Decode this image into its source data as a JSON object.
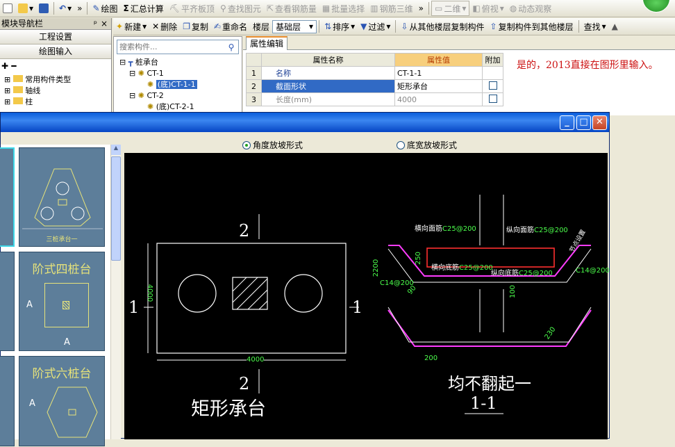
{
  "toolbar": {
    "items": [
      {
        "label": "绘图",
        "enabled": true
      },
      {
        "label": "汇总计算",
        "enabled": true
      },
      {
        "label": "平齐板顶",
        "enabled": false
      },
      {
        "label": "查找图元",
        "enabled": false
      },
      {
        "label": "查看钢筋量",
        "enabled": false
      },
      {
        "label": "批量选择",
        "enabled": false
      },
      {
        "label": "钢筋三维",
        "enabled": false
      }
    ],
    "view_select": "二维",
    "view_items": [
      "俯视",
      "动态观察"
    ],
    "more": "»"
  },
  "toolbar2": {
    "new": "新建",
    "delete": "删除",
    "copy": "复制",
    "rename": "重命名",
    "floor_label": "楼层",
    "floor_value": "基础层",
    "sort": "排序",
    "filter": "过滤",
    "copy_from": "从其他楼层复制构件",
    "copy_to": "复制构件到其他楼层",
    "find": "查找"
  },
  "left_panel": {
    "title": "模块导航栏",
    "pin": "ᵖ",
    "close": "×",
    "btn1": "工程设置",
    "btn2": "绘图输入",
    "tree": [
      "常用构件类型",
      "轴线",
      "柱"
    ]
  },
  "component_tree": {
    "search_placeholder": "搜索构件...",
    "items": [
      {
        "label": "桩承台",
        "level": 0
      },
      {
        "label": "CT-1",
        "level": 1
      },
      {
        "label": "(底)CT-1-1",
        "level": 2,
        "selected": true
      },
      {
        "label": "CT-2",
        "level": 1
      },
      {
        "label": "(底)CT-2-1",
        "level": 2
      }
    ]
  },
  "properties": {
    "tab": "属性编辑",
    "headers": [
      "属性名称",
      "属性值",
      "附加"
    ],
    "rows": [
      {
        "no": "1",
        "name": "名称",
        "value": "CT-1-1",
        "check": false,
        "has_check": false
      },
      {
        "no": "2",
        "name": "截面形状",
        "value": "矩形承台",
        "check": false,
        "has_check": true,
        "selected": true
      },
      {
        "no": "3",
        "name": "长度(mm)",
        "value": "4000",
        "check": false,
        "has_check": true,
        "gray": true
      }
    ]
  },
  "answer_note": "是的，2013直接在图形里输入。",
  "dialog": {
    "radio1": "角度放坡形式",
    "radio2": "底宽放坡形式",
    "radio_selected": 1,
    "thumbs": [
      {
        "label": "三桩承台一"
      },
      {
        "label": "阶式四桩台"
      },
      {
        "label": "阶式六桩台"
      }
    ],
    "thumb_dim": "A",
    "drawing": {
      "plan_title": "矩形承台",
      "section_mark": "2",
      "side_mark": "1",
      "dim_width": "4000",
      "dim_height": "4000",
      "section_title": "1-1",
      "note": "均不翻起一",
      "labels": {
        "top_cross": "横向面筋",
        "top_cross_val": "C25@200",
        "top_long": "纵向面筋",
        "top_long_val": "C25@200",
        "bot_cross": "横向底筋",
        "bot_cross_val": "C25@200",
        "bot_long": "纵向底筋",
        "bot_long_val": "C25@200",
        "side_left": "C14@200",
        "side_right": "C14@200",
        "dim_2200": "2200",
        "dim_250": "250",
        "dim_100": "100",
        "dim_90": "90",
        "dim_230": "230",
        "dim_200": "200",
        "special": "节点设置"
      }
    }
  }
}
